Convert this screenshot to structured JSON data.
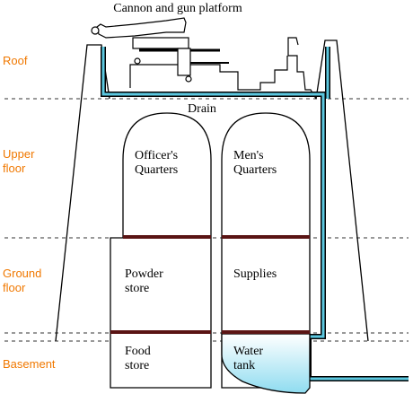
{
  "title": "Cannon and gun platform",
  "drain_label": "Drain",
  "floors": {
    "roof": "Roof",
    "upper_line1": "Upper",
    "upper_line2": "floor",
    "ground_line1": "Ground",
    "ground_line2": "floor",
    "basement": "Basement"
  },
  "rooms": {
    "officers_line1": "Officer's",
    "officers_line2": "Quarters",
    "mens_line1": "Men's",
    "mens_line2": "Quarters",
    "powder_line1": "Powder",
    "powder_line2": "store",
    "supplies": "Supplies",
    "food_line1": "Food",
    "food_line2": "store",
    "water_line1": "Water",
    "water_line2": "tank"
  },
  "colors": {
    "floor_label": "#f07800",
    "drain_pipe": "#5bc8e0",
    "floor_beam": "#5a1414",
    "water_top": "#ffffff",
    "water_bottom": "#8fdcf0"
  }
}
